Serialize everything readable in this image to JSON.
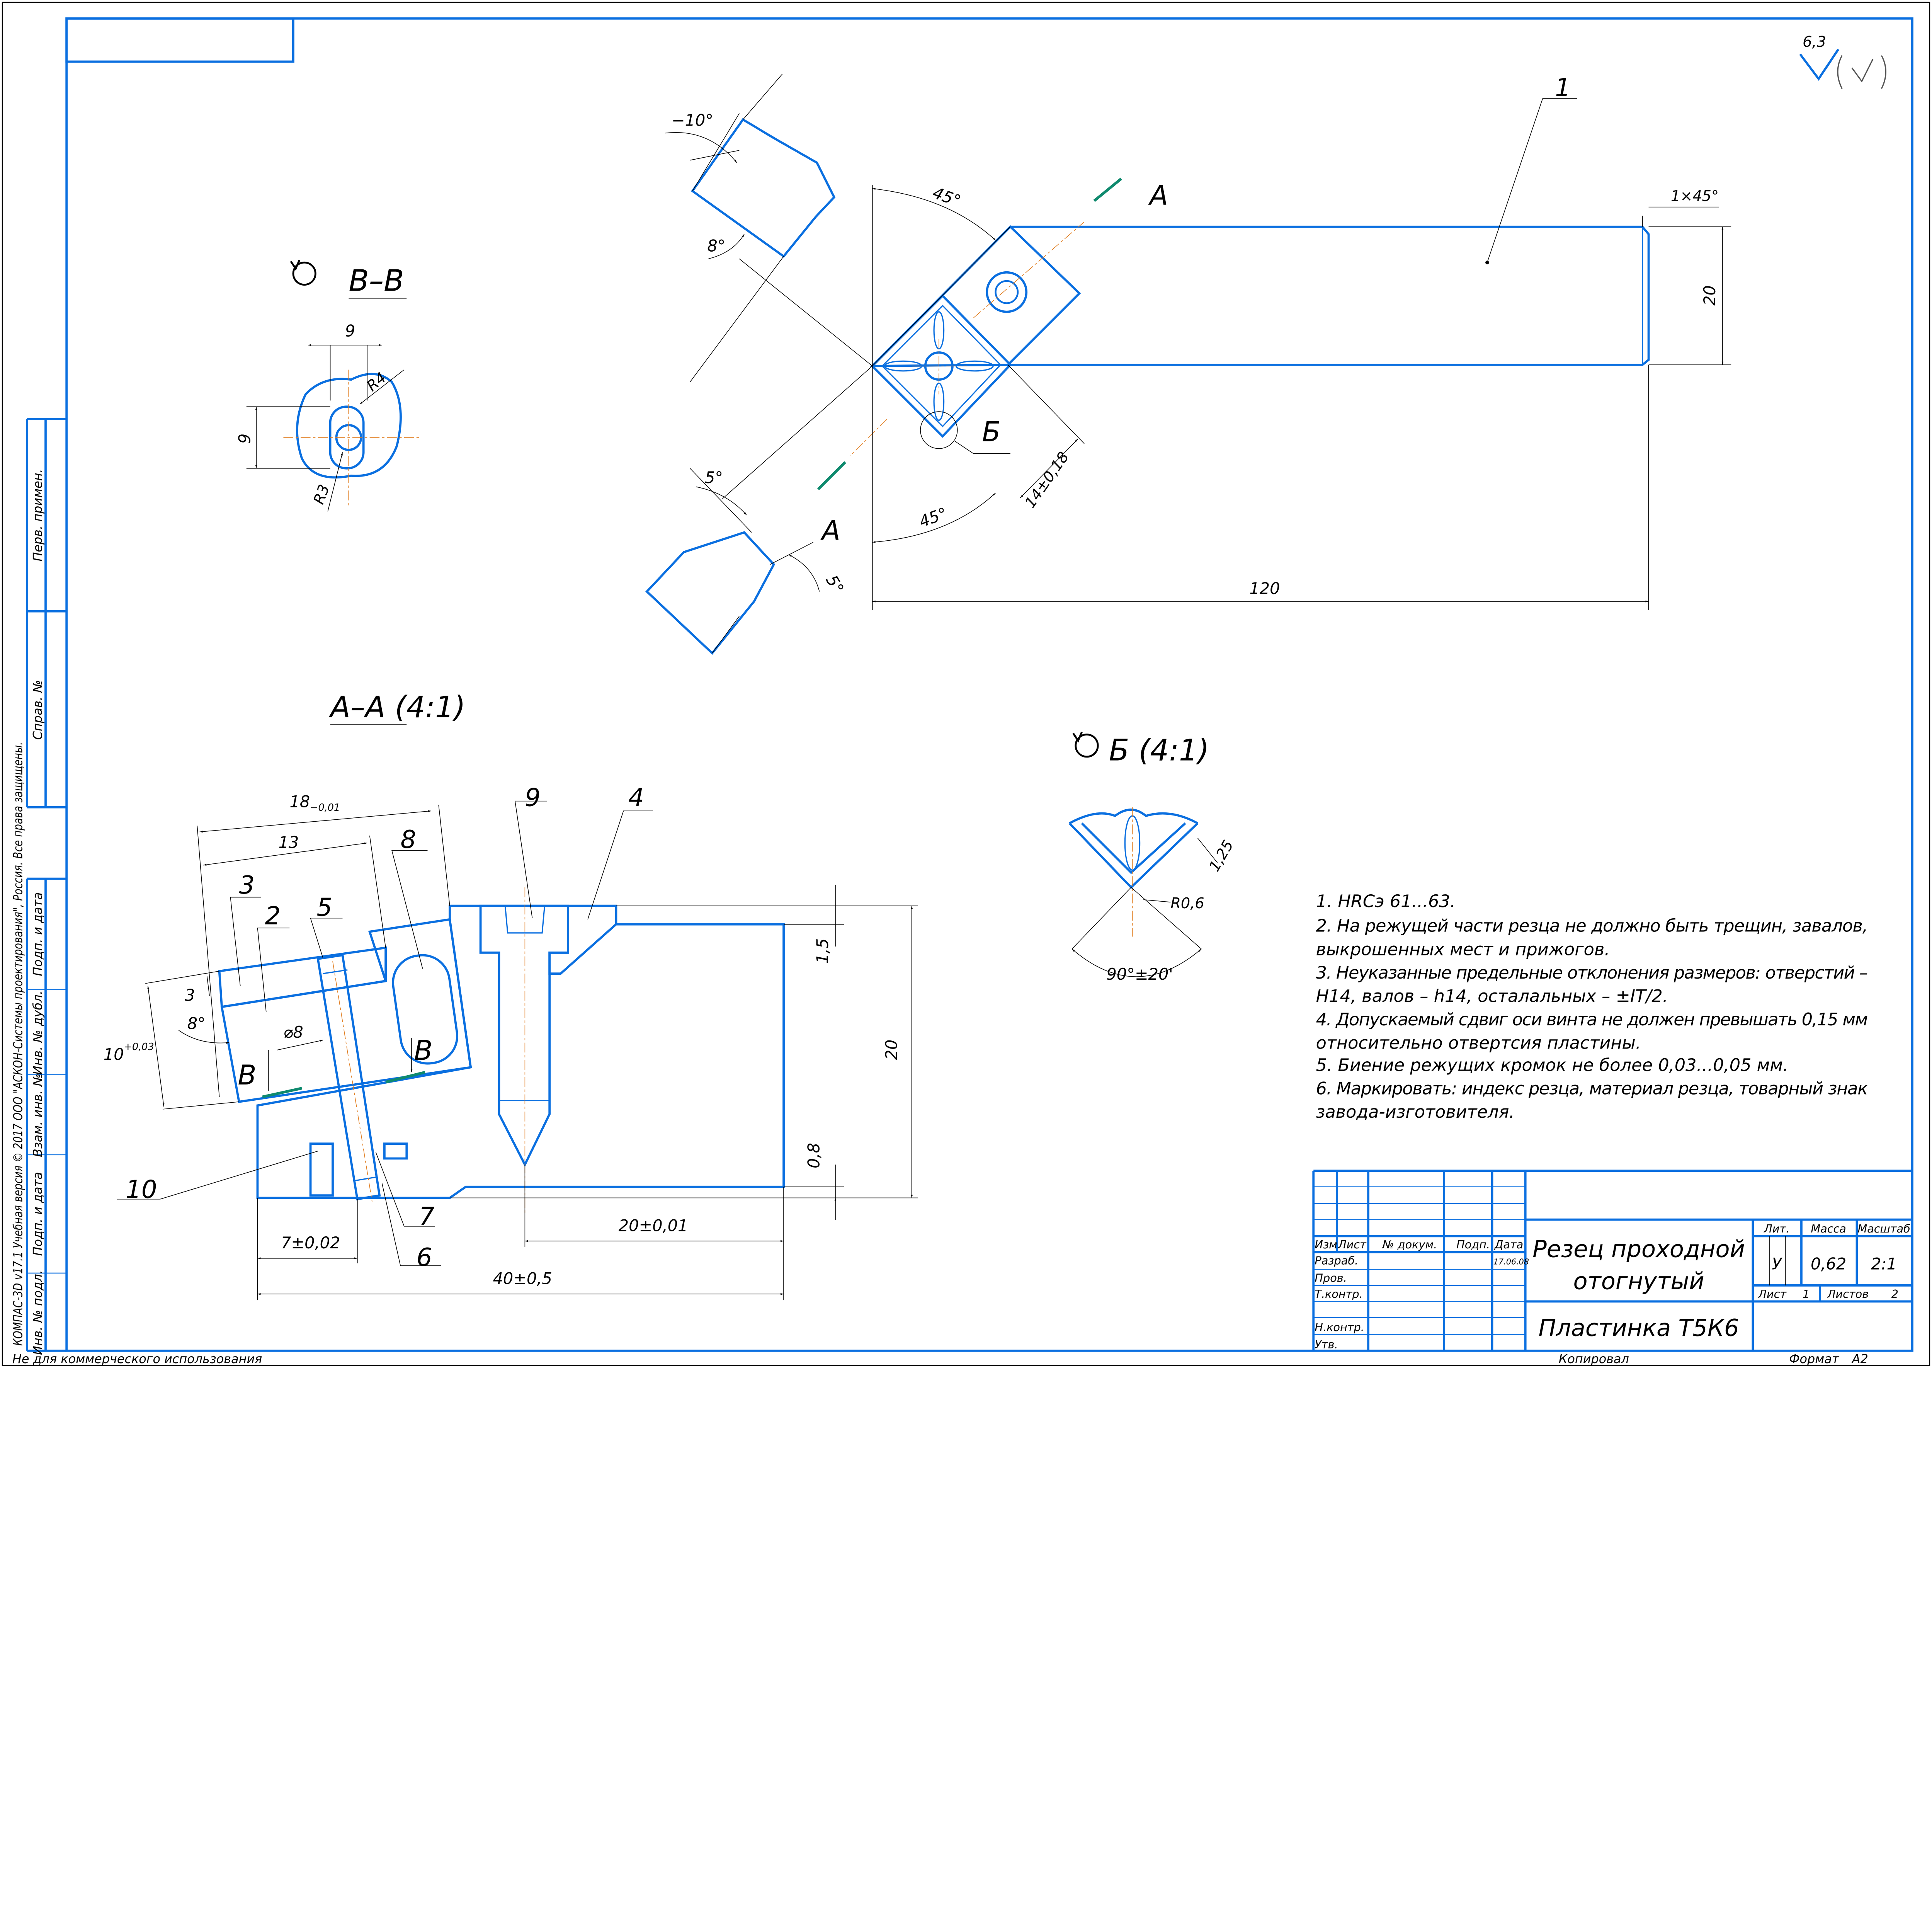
{
  "roughness": {
    "value": "6,3"
  },
  "main_view": {
    "leader_1": "1",
    "section_a_top": "A",
    "section_a_bottom": "A",
    "detail_b": "Б",
    "dims": {
      "angle_top": "45°",
      "angle_bottom": "45°",
      "chamfer": "1×45°",
      "height": "20",
      "length": "120",
      "offset": "14±0,18"
    }
  },
  "aux_views": {
    "top_angle_rake": "−10°",
    "top_angle_clear": "8°",
    "bottom_angle_1": "5°",
    "bottom_angle_2": "5°"
  },
  "view_bb": {
    "title": "B–B",
    "dims": {
      "width": "9",
      "height": "9",
      "r4": "R4",
      "r3": "R3"
    }
  },
  "section_aa": {
    "title": "A–A (4:1)",
    "parts": {
      "p2": "2",
      "p3": "3",
      "p4": "4",
      "p5": "5",
      "p6": "6",
      "p7": "7",
      "p8": "8",
      "p9": "9",
      "p10": "10"
    },
    "dims": {
      "d18": "18",
      "d18_tol": "−0,01",
      "d13": "13",
      "d3": "3",
      "angle8": "8°",
      "d10": "10",
      "d10_tol": "+0,03",
      "dia8": "⌀8",
      "d15": "1,5",
      "d20": "20",
      "d08": "0,8",
      "d7": "7±0,02",
      "d20b": "20±0,01",
      "d40": "40±0,5"
    },
    "section_b_left": "B",
    "section_b_right": "B"
  },
  "detail_b": {
    "title": "Б (4:1)",
    "dims": {
      "chamfer": "1,25",
      "radius": "R0,6",
      "angle": "90°±20'"
    }
  },
  "notes": [
    [
      "1. HRCэ 61...63."
    ],
    [
      "2. На режущей части резца не должно быть трещин, завалов,",
      "выкрошенных мест и прижогов."
    ],
    [
      "3. Неуказанные предельные отклонения размеров: отверстий –",
      "H14, валов – h14, осталальных – ±IT/2."
    ],
    [
      "4. Допускаемый сдвиг оси винта не должен превышать 0,15 мм",
      "относительно отвертсия пластины."
    ],
    [
      "5. Биение режущих кромок не более 0,03...0,05 мм."
    ],
    [
      "6. Маркировать: индекс резца, материал резца, товарный знак",
      "завода-изготовителя."
    ]
  ],
  "title_block": {
    "headers": {
      "izm": "Изм.",
      "list": "Лист",
      "doc": "№ докум.",
      "sign": "Подп.",
      "date": "Дата"
    },
    "roles": {
      "developer": "Разраб.",
      "checker": "Пров.",
      "tech_control": "Т.контр.",
      "norm_control": "Н.контр.",
      "approved": "Утв."
    },
    "developer_date": "17.06.08",
    "title_line1": "Резец проходной",
    "title_line2": "отогнутый",
    "material": "Пластинка Т5К6",
    "lit_label": "Лит.",
    "mass_label": "Масса",
    "scale_label": "Масштаб",
    "lit_value": "У",
    "mass_value": "0,62",
    "scale_value": "2:1",
    "sheet_label": "Лист",
    "sheet_value": "1",
    "sheets_label": "Листов",
    "sheets_value": "2"
  },
  "side_strip": {
    "first_use": "Перв. примен.",
    "ref_no": "Справ. №",
    "sign_date_1": "Подп. и дата",
    "dup_inv": "Инв. № дубл.",
    "repl_inv": "Взам. инв. №",
    "sign_date_2": "Подп. и дата",
    "orig_inv": "Инв. № подл.",
    "copyright": "КОМПАС-3D v17.1 Учебная версия © 2017 ООО \"АСКОН-Системы проектирования\", Россия. Все права защищены."
  },
  "footer": {
    "noncommercial": "Не для коммерческого использования",
    "copied": "Копировал",
    "format_label": "Формат",
    "format_value": "A2"
  }
}
